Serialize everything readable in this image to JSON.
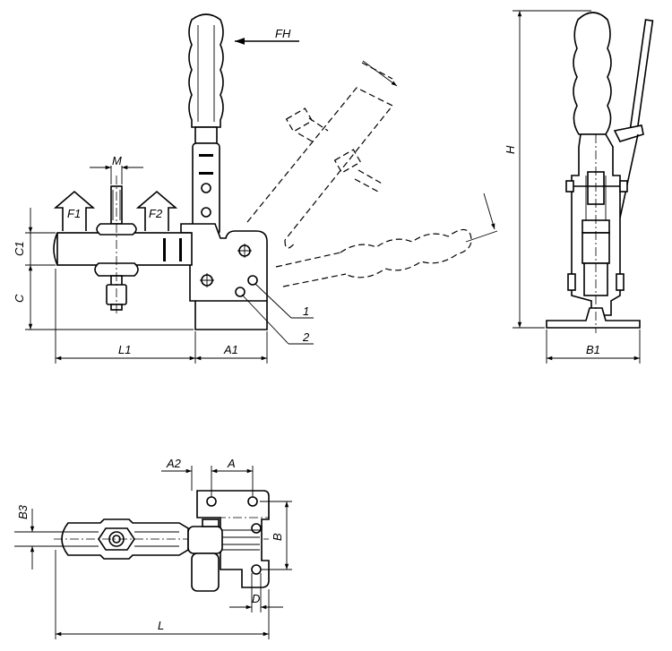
{
  "labels": {
    "fh": "FH",
    "m": "M",
    "f1": "F1",
    "f2": "F2",
    "c1": "C1",
    "c": "C",
    "l1": "L1",
    "a1": "A1",
    "callout_1": "1",
    "callout_2": "2",
    "h": "H",
    "b1": "B1",
    "a2": "A2",
    "a": "A",
    "b3": "B3",
    "b": "B",
    "d": "D",
    "l": "L"
  }
}
